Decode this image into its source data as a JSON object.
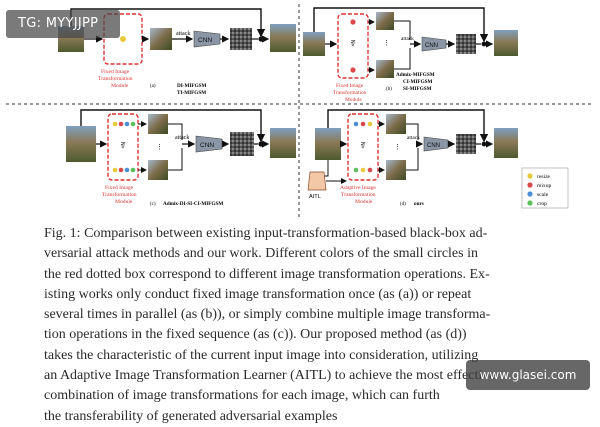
{
  "watermark_top": "TG: MYYJJPP",
  "watermark_bottom": "www.glasei.com",
  "figure": {
    "fixed_module_label_1": "Fixed Image",
    "fixed_module_label_2": "Transformation",
    "fixed_module_label_3": "Module",
    "adaptive_module_label_1": "Adaptive Image",
    "adaptive_module_label_2": "Transformation",
    "adaptive_module_label_3": "Module",
    "attack": "attack",
    "cnn": "CNN",
    "nx": "N×",
    "aitl": "AITL",
    "panel_a_tag": "(a)",
    "panel_a_methods_1": "DI-MIFGSM",
    "panel_a_methods_2": "TI-MIFGSM",
    "panel_b_tag": "(b)",
    "panel_b_methods_1": "Admix-MIFGSM",
    "panel_b_methods_2": "CI-MIFGSM",
    "panel_b_methods_3": "SI-MIFGSM",
    "panel_c_tag": "(c)",
    "panel_c_methods": "Admix-DI-SI-CI-MIFGSM",
    "panel_d_tag": "(d)",
    "panel_d_methods": "ours",
    "legend": [
      {
        "label": "resize",
        "color": "#e8c93a"
      },
      {
        "label": "mixup",
        "color": "#d84a4a"
      },
      {
        "label": "scale",
        "color": "#4c8fd6"
      },
      {
        "label": "crop",
        "color": "#5bbf5b"
      }
    ]
  },
  "caption": {
    "lines": [
      "Fig. 1: Comparison between existing input-transformation-based black-box ad-",
      "versarial attack methods and our work. Different colors of the small circles in",
      "the red dotted box correspond to different image transformation operations. Ex-",
      "isting works only conduct fixed image transformation once (as (a)) or repeat",
      "several times in parallel (as (b)), or simply combine multiple image transforma-",
      "tion operations in the fixed sequence (as (c)). Our proposed method (as (d))",
      "takes the characteristic of the current input image into consideration, utilizing",
      "an Adaptive Image Transformation Learner (AITL) to achieve the most effective",
      "combination of image transformations for each image, which can furth",
      "the transferability of generated adversarial examples"
    ]
  }
}
